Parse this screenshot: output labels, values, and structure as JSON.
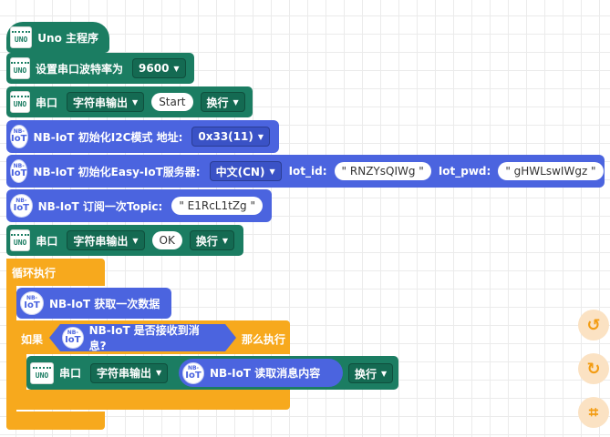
{
  "blocks": {
    "main_program": "Uno 主程序",
    "set_baud": {
      "label": "设置串口波特率为",
      "value": "9600"
    },
    "serial1": {
      "label": "串口",
      "mode": "字符串输出",
      "text": "Start",
      "newline": "换行"
    },
    "nb_init_i2c": {
      "label": "NB-IoT 初始化I2C模式 地址:",
      "address": "0x33(11)"
    },
    "nb_init_server": {
      "label": "NB-IoT 初始化Easy-IoT服务器:",
      "region": "中文(CN)",
      "id_label": "Iot_id:",
      "id_value": "\" RNZYsQIWg \"",
      "pwd_label": "Iot_pwd:",
      "pwd_value": "\" gHWLswIWgz \""
    },
    "nb_subscribe": {
      "label": "NB-IoT 订阅一次Topic:",
      "topic": "\" E1RcL1tZg \""
    },
    "serial2": {
      "label": "串口",
      "mode": "字符串输出",
      "text": "OK",
      "newline": "换行"
    },
    "loop": "循环执行",
    "nb_fetch": "NB-IoT 获取一次数据",
    "if_label": "如果",
    "then_label": "那么执行",
    "nb_received": "NB-IoT 是否接收到消息?",
    "serial3": {
      "label": "串口",
      "mode": "字符串输出",
      "newline": "换行"
    },
    "nb_read": "NB-IoT 读取消息内容"
  },
  "icons": {
    "uno_text": "UNO",
    "iot_top": "NB-",
    "iot_bottom": "IoT"
  },
  "controls": {
    "undo": "↺",
    "redo": "↻",
    "crop": "⌗"
  },
  "colors": {
    "arduino": "#1b7d62",
    "nbiot": "#4b64df",
    "control": "#f7a91d"
  }
}
